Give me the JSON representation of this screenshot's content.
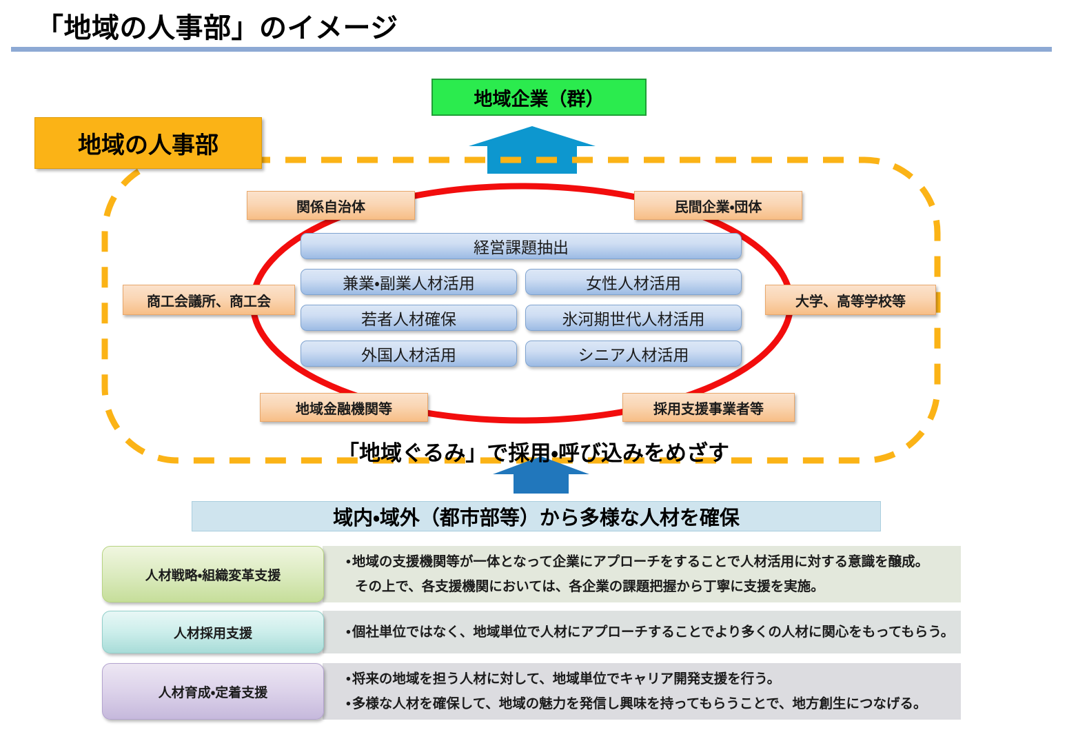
{
  "slide": {
    "title": "「地域の人事部」のイメージ",
    "rule_color": "#8DA9D4",
    "background": "#FFFFFF"
  },
  "top_box": {
    "label": "地域企業（群）",
    "fill": "#2BEB4E",
    "border": "#1F9E36"
  },
  "dept_box": {
    "label": "地域の人事部",
    "fill": "#FBB316"
  },
  "dashed_region": {
    "stroke": "#FBB316",
    "style": "dashed-rounded-rectangle"
  },
  "ellipse": {
    "stroke": "#F20D0D",
    "style": "red-oval-outline"
  },
  "arrows": {
    "upper": {
      "name": "up-arrow-to-companies",
      "fill": "#0D97CF"
    },
    "lower": {
      "name": "up-arrow-from-talent-pool",
      "fill": "#2177BC"
    }
  },
  "partners": [
    {
      "id": "local-government",
      "label": "関係自治体"
    },
    {
      "id": "private-companies",
      "label": "民間企業・団体"
    },
    {
      "id": "chamber-of-commerce",
      "label": "商工会議所、商工会"
    },
    {
      "id": "universities",
      "label": "大学、高等学校等"
    },
    {
      "id": "regional-finance",
      "label": "地域金融機関等"
    },
    {
      "id": "recruiting-providers",
      "label": "採用支援事業者等"
    }
  ],
  "capabilities": {
    "wide": {
      "id": "management-issues",
      "label": "経営課題抽出"
    },
    "grid": [
      {
        "id": "side-job-talent",
        "label": "兼業・副業人材活用"
      },
      {
        "id": "women-talent",
        "label": "女性人材活用"
      },
      {
        "id": "youth-talent",
        "label": "若者人材確保"
      },
      {
        "id": "ice-age-generation",
        "label": "氷河期世代人材活用"
      },
      {
        "id": "foreign-talent",
        "label": "外国人材活用"
      },
      {
        "id": "senior-talent",
        "label": "シニア人材活用"
      }
    ]
  },
  "caption": "「地域ぐるみ」で採用・呼び込みをめざす",
  "banner": {
    "label": "域内・域外（都市部等）から多様な人材を確保",
    "fill": "#CFE4EE"
  },
  "support_rows": [
    {
      "id": "hr-strategy",
      "tag": "人材戦略・組織変革支援",
      "tag_fill_top": "#F0F6E0",
      "tag_fill_bottom": "#C6DE9A",
      "body_fill": "#E3E8DC",
      "bullets": [
        "地域の支援機関等が一体となって企業にアプローチをすることで人材活用に対する意識を醸成。",
        "その上で、各支援機関においては、各企業の課題把握から丁寧に支援を実施。"
      ],
      "bullet_marks": [
        true,
        false
      ]
    },
    {
      "id": "hr-recruitment",
      "tag": "人材採用支援",
      "tag_fill_top": "#E8F7F6",
      "tag_fill_bottom": "#A8DCD8",
      "body_fill": "#DDE1E0",
      "bullets": [
        "個社単位ではなく、地域単位で人材にアプローチすることでより多くの人材に関心をもってもらう。"
      ],
      "bullet_marks": [
        true
      ]
    },
    {
      "id": "hr-development",
      "tag": "人材育成・定着支援",
      "tag_fill_top": "#EDE7F3",
      "tag_fill_bottom": "#C6B9DC",
      "body_fill": "#DCDCE0",
      "bullets": [
        "将来の地域を担う人材に対して、地域単位でキャリア開発支援を行う。",
        "多様な人材を確保して、地域の魅力を発信し興味を持ってもらうことで、地方創生につなげる。"
      ],
      "bullet_marks": [
        true,
        true
      ]
    }
  ]
}
